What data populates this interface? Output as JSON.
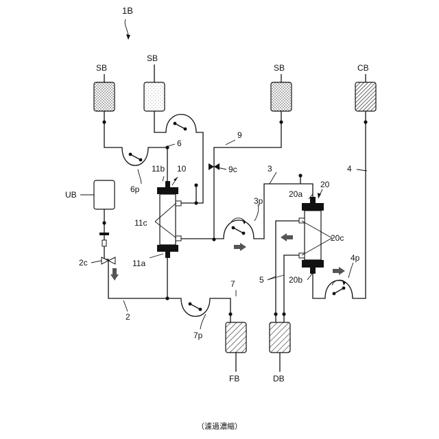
{
  "figure_id": "1B",
  "caption": "（濾過濃縮）",
  "bags": {
    "sb1": "SB",
    "sb2": "SB",
    "sb3": "SB",
    "cb": "CB",
    "ub": "UB",
    "fb": "FB",
    "db": "DB"
  },
  "labels": {
    "l2": "2",
    "l2c": "2c",
    "l3": "3",
    "l3p": "3p",
    "l4": "4",
    "l4p": "4p",
    "l5": "5",
    "l6": "6",
    "l6p": "6p",
    "l7": "7",
    "l7p": "7p",
    "l9": "9",
    "l9c": "9c",
    "l10": "10",
    "l11a": "11a",
    "l11b": "11b",
    "l11c": "11c",
    "l20": "20",
    "l20a": "20a",
    "l20b": "20b",
    "l20c": "20c"
  }
}
